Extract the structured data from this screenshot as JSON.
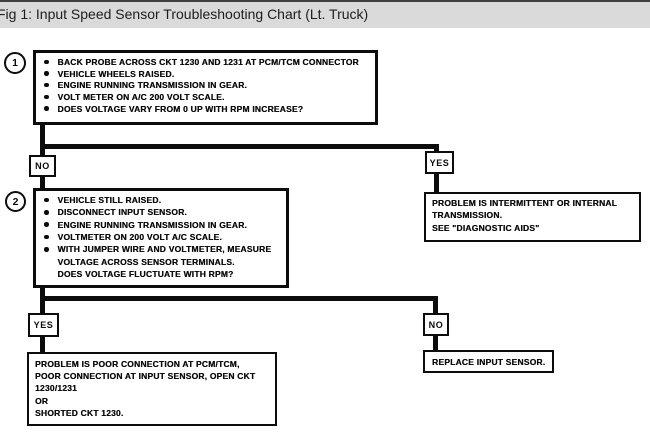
{
  "window": {
    "title": "Fig 1: Input Speed Sensor Troubleshooting Chart (Lt. Truck)"
  },
  "colors": {
    "ink": "#0c0c0c",
    "titlebar_bg": "#dadada",
    "titlebar_top_edge": "#404040",
    "canvas": "#ffffff"
  },
  "flowchart": {
    "step1": {
      "marker": "1",
      "lines": [
        "BACK PROBE ACROSS CKT 1230 AND 1231 AT PCM/TCM CONNECTOR",
        "VEHICLE WHEELS RAISED.",
        "ENGINE RUNNING TRANSMISSION IN GEAR.",
        "VOLT METER ON A/C 200 VOLT SCALE.",
        "DOES VOLTAGE VARY FROM 0 UP WITH RPM INCREASE?"
      ]
    },
    "branch1": {
      "no_label": "NO",
      "yes_label": "YES"
    },
    "yes1_result": {
      "lines": [
        "PROBLEM IS INTERMITTENT OR INTERNAL",
        "TRANSMISSION.",
        "SEE \"DIAGNOSTIC AIDS\""
      ]
    },
    "step2": {
      "marker": "2",
      "lines": [
        "VEHICLE STILL RAISED.",
        "DISCONNECT INPUT SENSOR.",
        "ENGINE RUNNING TRANSMISSION IN GEAR.",
        "VOLTMETER ON 200 VOLT A/C SCALE.",
        "WITH JUMPER WIRE AND VOLTMETER, MEASURE",
        "VOLTAGE ACROSS SENSOR TERMINALS.",
        "DOES VOLTAGE FLUCTUATE WITH RPM?"
      ]
    },
    "branch2": {
      "yes_label": "YES",
      "no_label": "NO"
    },
    "yes2_result": {
      "lines": [
        "PROBLEM IS POOR CONNECTION AT PCM/TCM,",
        "POOR CONNECTION AT INPUT SENSOR, OPEN CKT",
        "1230/1231",
        "OR",
        "SHORTED CKT 1230."
      ]
    },
    "no2_result": {
      "line": "REPLACE INPUT SENSOR."
    }
  }
}
